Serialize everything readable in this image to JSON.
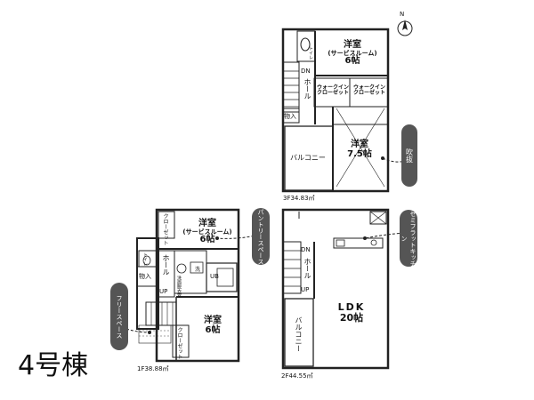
{
  "title": "4号棟",
  "compass": {
    "label": "N"
  },
  "floors": {
    "f3": {
      "area": "3F34.83㎡",
      "rooms": {
        "western_top": {
          "name": "洋室",
          "sub": "(サービスルーム)",
          "size": "6帖"
        },
        "toilet": "トイレ",
        "dn": "DN",
        "hall": "ホール",
        "walkin1": "ウォークイン\nクローゼット",
        "walkin2": "ウォークイン\nクローゼット",
        "storage": "物入",
        "western_main": {
          "name": "洋室",
          "size": "7.5帖"
        },
        "balcony": "バルコニー"
      }
    },
    "f2": {
      "area": "2F44.55㎡",
      "rooms": {
        "dn": "DN",
        "hall": "ホール",
        "up": "UP",
        "ldk": {
          "name": "LDK",
          "size": "20帖"
        },
        "balcony": "バルコニー"
      }
    },
    "f1": {
      "area": "1F38.88㎡",
      "rooms": {
        "western_top": {
          "name": "洋室",
          "sub": "(サービスルーム)",
          "size": "6帖"
        },
        "closet_top": "クローゼット",
        "toilet": "トイレ",
        "hall": "ホール",
        "up": "UP",
        "storage": "物入",
        "washroom": "洗",
        "dressing": "洗面脱衣室",
        "ub": "UB",
        "western_bottom": {
          "name": "洋室",
          "size": "6帖"
        },
        "closet_bottom": "クローゼット"
      }
    }
  },
  "callouts": {
    "atrium": "吹抜",
    "pantry": "パントリースペース",
    "semi_flat_kitchen": "セミフラットキッチン",
    "free_space": "フリースペース"
  }
}
